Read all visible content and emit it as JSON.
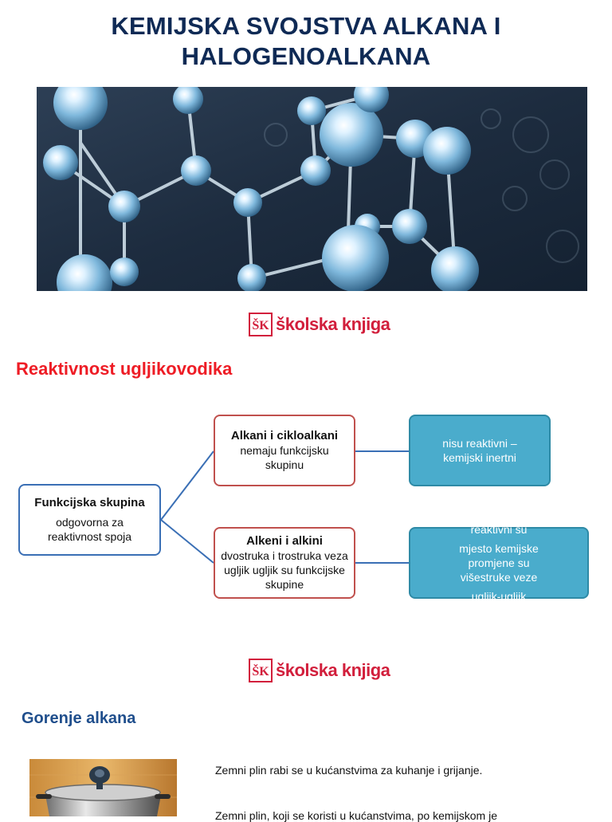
{
  "title": {
    "line1": "KEMIJSKA SVOJSTVA ALKANA I",
    "line2": "HALOGENOALKANA"
  },
  "logo": {
    "text": "školska knjiga",
    "mark": "ŠK"
  },
  "section1": {
    "heading": "Reaktivnost ugljikovodika",
    "root": {
      "title": "Funkcijska skupina",
      "text": "odgovorna za reaktivnost spoja"
    },
    "branch1": {
      "title": "Alkani i cikloalkani",
      "text": "nemaju funkcijsku skupinu",
      "result": "nisu reaktivni – kemijski inertni"
    },
    "branch2": {
      "title": "Alkeni i alkini",
      "text": "dvostruka i trostruka veza ugljik ugljik su funkcijske skupine",
      "result_line1": "reaktivni su",
      "result_line2": "mjesto kemijske promjene su višestruke veze",
      "result_line3": "ugljik-ugljik"
    }
  },
  "section2": {
    "heading": "Gorenje alkana",
    "para1": "Zemni plin rabi se u kućanstvima za kuhanje i grijanje.",
    "para2": "Zemni plin, koji se koristi u kućanstvima, po kemijskom je"
  },
  "colors": {
    "title": "#0f2a55",
    "red": "#ee1c25",
    "blue": "#1f4e8c",
    "teal": "#4aaccc"
  }
}
